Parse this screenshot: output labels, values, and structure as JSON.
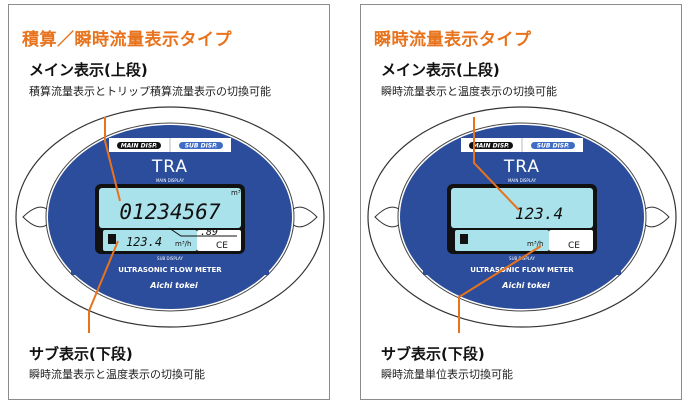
{
  "panels": [
    {
      "title": "積算／瞬時流量表示タイプ",
      "main_heading": "メイン表示(上段)",
      "main_desc": "積算流量表示とトリップ積算流量表示の切換可能",
      "sub_heading": "サブ表示(下段)",
      "sub_desc": "瞬時流量表示と温度表示の切換可能",
      "device": {
        "main_disp_label": "MAIN DISP.",
        "sub_disp_label": "SUB DISP.",
        "model": "TRA",
        "main_display_label": "MAIN DISPLAY",
        "sub_display_label": "SUB DISPLAY",
        "main_unit": "m³",
        "main_value": "01234567",
        "main_decimal": ".89",
        "sub_value": "123.4",
        "sub_unit": "m³/h",
        "ce_mark": "CE",
        "banner": "ULTRASONIC FLOW METER",
        "brand": "Aichi tokei"
      }
    },
    {
      "title": "瞬時流量表示タイプ",
      "main_heading": "メイン表示(上段)",
      "main_desc": "瞬時流量表示と温度表示の切換可能",
      "sub_heading": "サブ表示(下段)",
      "sub_desc": "瞬時流量単位表示切換可能",
      "device": {
        "main_disp_label": "MAIN DISP.",
        "sub_disp_label": "SUB DISP.",
        "model": "TRA",
        "main_display_label": "MAIN DISPLAY",
        "sub_display_label": "SUB DISPLAY",
        "main_value": "123.4",
        "sub_unit": "m³/h",
        "ce_mark": "CE",
        "banner": "ULTRASONIC FLOW METER",
        "brand": "Aichi tokei"
      }
    }
  ],
  "colors": {
    "title_orange": "#e8731c",
    "leader_orange": "#e8731c",
    "device_navy": "#2b4d9b",
    "lcd_cyan": "#a9e2ea",
    "sub_btn_blue": "#3f6cc6"
  }
}
